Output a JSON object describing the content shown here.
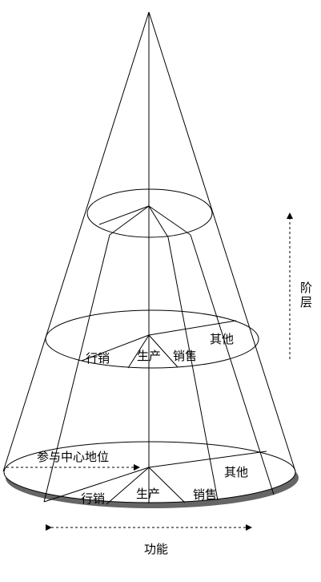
{
  "diagram": {
    "mid_labels": {
      "marketing": "行销",
      "production": "生产",
      "sales": "销售",
      "other": "其他"
    },
    "base_labels": {
      "marketing": "行销",
      "production": "生产",
      "sales": "销售",
      "other": "其他"
    },
    "centrality_label": "参与中心地位",
    "hierarchy_label": "阶层",
    "function_label": "功能",
    "shadow_color": "#666666"
  }
}
